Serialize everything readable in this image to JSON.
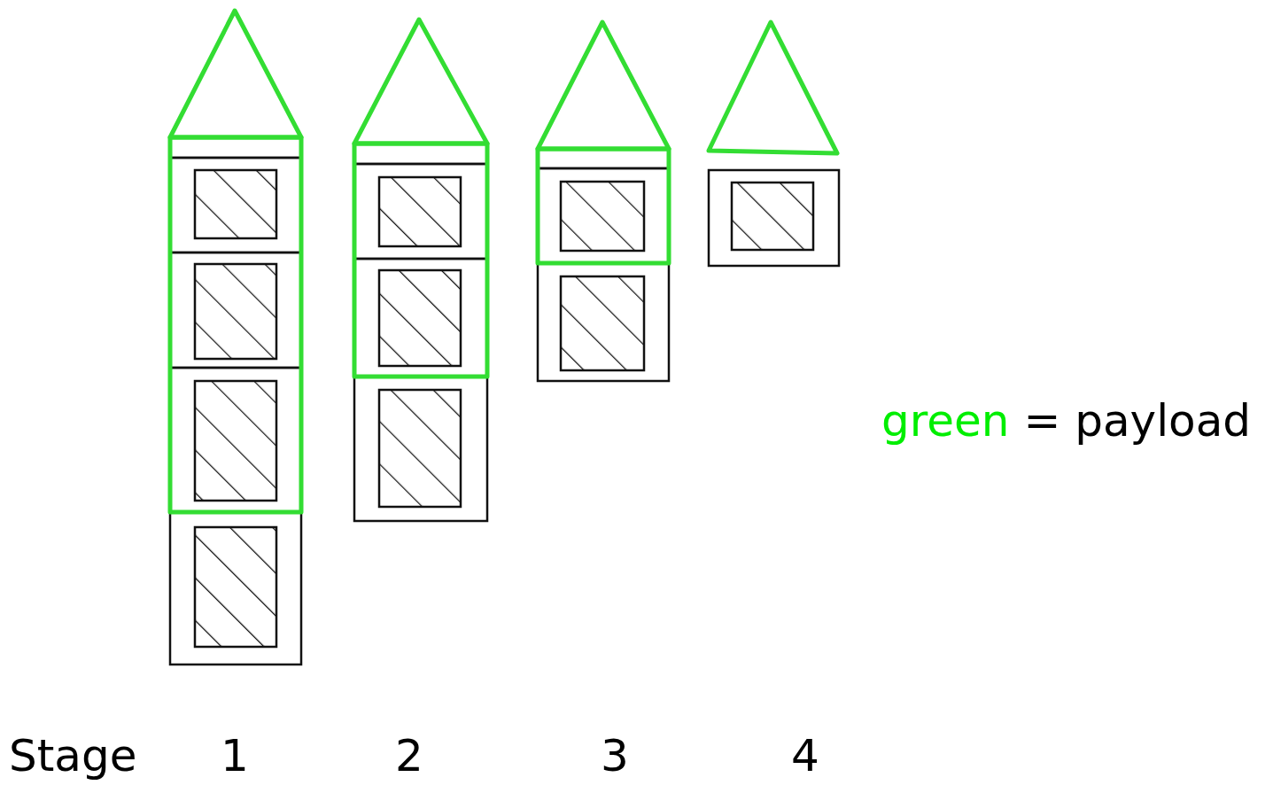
{
  "diagram": {
    "labels": [
      "Stage",
      "1",
      "2",
      "3",
      "4",
      "green",
      "= payload"
    ]
  }
}
